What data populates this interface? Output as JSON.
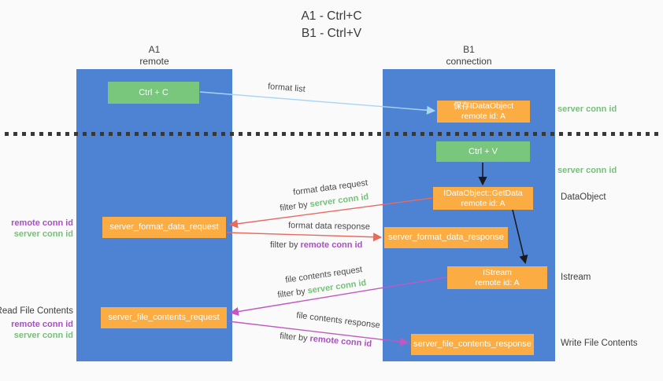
{
  "title": {
    "line1": "A1 - Ctrl+C",
    "line2": "B1 - Ctrl+V"
  },
  "lanes": {
    "a1": {
      "name": "A1",
      "subtitle": "remote"
    },
    "b1": {
      "name": "B1",
      "subtitle": "connection"
    }
  },
  "nodes": {
    "ctrl_c": {
      "label": "Ctrl + C"
    },
    "ctrl_v": {
      "label": "Ctrl + V"
    },
    "save_idataobject": {
      "line1": "保存IDataObject",
      "line2": "remote id: A"
    },
    "getdata": {
      "line1": "IDataObject::GetData",
      "line2": "remote id: A"
    },
    "istream": {
      "line1": "IStream",
      "line2": "remote id: A"
    },
    "format_request": {
      "label": "server_format_data_request"
    },
    "format_response": {
      "label": "server_format_data_response"
    },
    "file_request": {
      "label": "server_file_contents_request"
    },
    "file_response": {
      "label": "server_file_contents_response"
    }
  },
  "edges": {
    "format_list": {
      "label": "format list"
    },
    "format_data_request": {
      "label": "format data request",
      "filter_prefix": "filter by",
      "filter_key": "server conn id"
    },
    "format_data_response": {
      "label": "format data response",
      "filter_prefix": "filter by",
      "filter_key": "remote conn id"
    },
    "file_contents_request": {
      "label": "file contents request",
      "filter_prefix": "filter by",
      "filter_key": "server conn id"
    },
    "file_contents_response": {
      "label": "file contents response",
      "filter_prefix": "filter by",
      "filter_key": "remote conn id"
    }
  },
  "annotations": {
    "server_conn_id_top": "server conn id",
    "server_conn_id_mid": "server conn id",
    "dataobject": "DataObject",
    "istream": "Istream",
    "write_file_contents": "Write File Contents",
    "read_file_contents": "Read File Contents",
    "request_remote_conn_id": "remote conn id",
    "request_server_conn_id": "server conn id",
    "file_remote_conn_id": "remote conn id",
    "file_server_conn_id": "server conn id"
  },
  "colors": {
    "lane_blue": "#4e83d4",
    "node_green": "#79c77d",
    "node_orange": "#fbad44",
    "arrow_light_blue": "#a9d5f5",
    "arrow_red": "#e9695f",
    "arrow_magenta": "#c158c1",
    "arrow_black": "#1a1a1a",
    "text_green": "#74c178",
    "text_purple": "#a94fc4"
  }
}
